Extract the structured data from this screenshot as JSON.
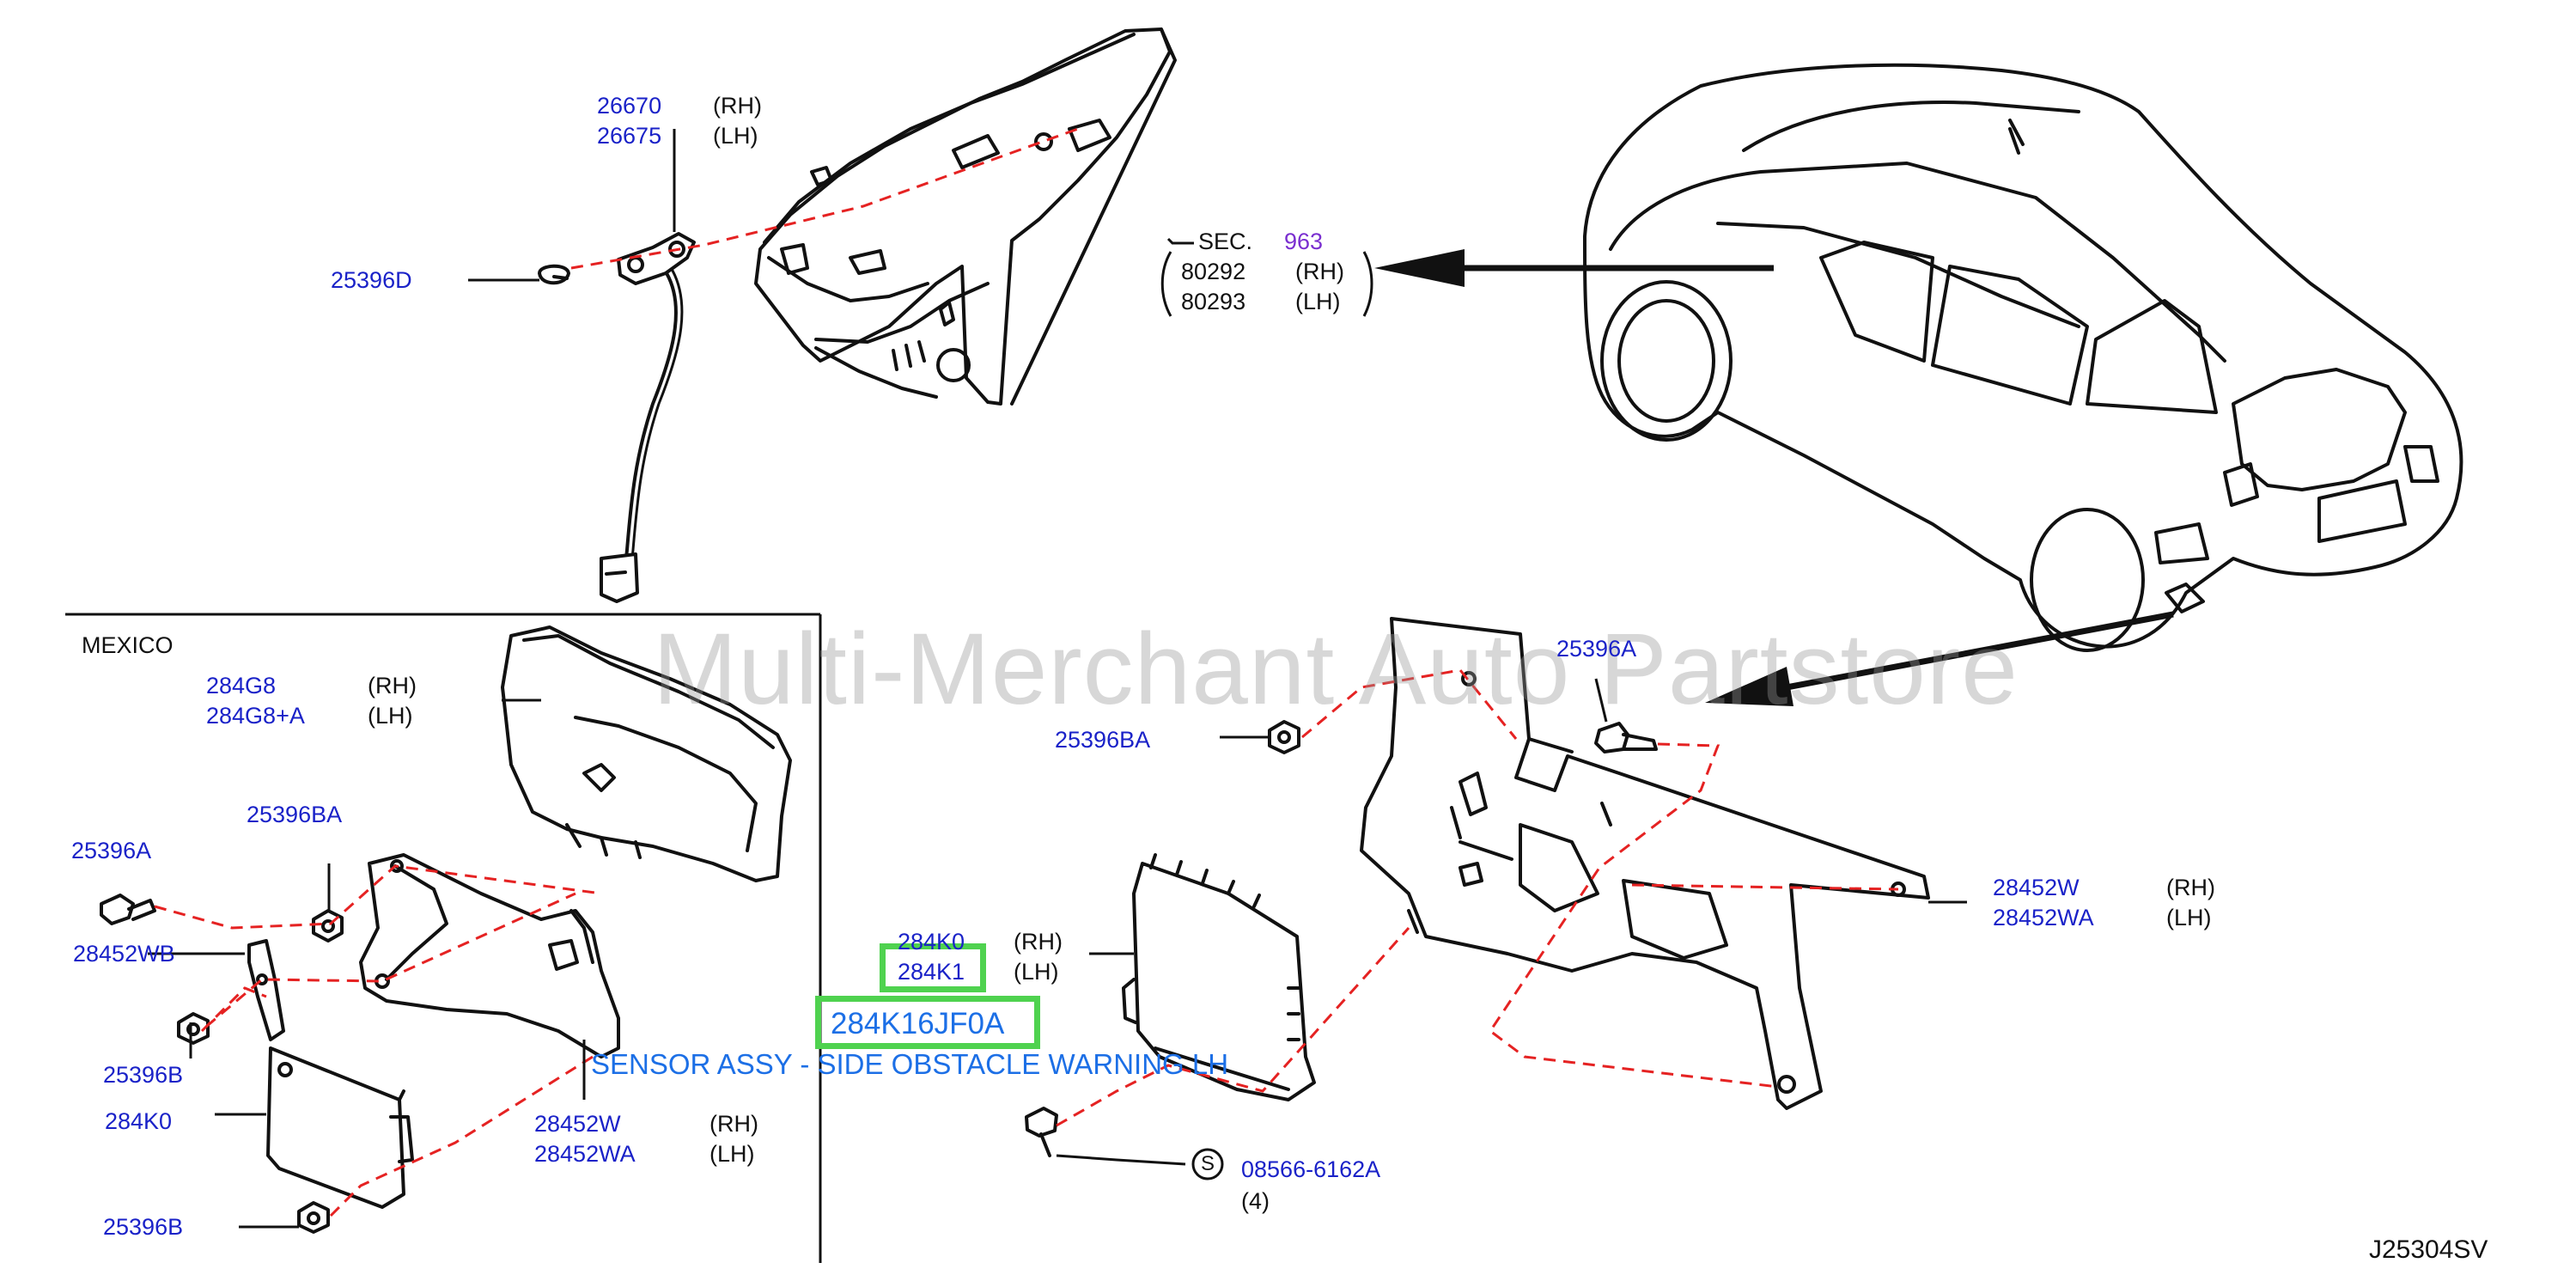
{
  "labels": {
    "p26670": "26670",
    "p26675": "26675",
    "rh_a": "(RH)",
    "lh_a": "(LH)",
    "p25396D": "25396D",
    "sec": "SEC.",
    "sec_num": "963",
    "p80292": "80292",
    "p80293": "80293",
    "rh_b": "(RH)",
    "lh_b": "(LH)",
    "mexico": "MEXICO",
    "p284G8": "284G8",
    "p284G8A": "284G8+A",
    "rh_c": "(RH)",
    "lh_c": "(LH)",
    "p25396A_l": "25396A",
    "p25396BA_l": "25396BA",
    "p28452WB": "28452WB",
    "p25396B_l1": "25396B",
    "p284K0_l": "284K0",
    "p28452W_l": "28452W",
    "p28452WA_l": "28452WA",
    "rh_d": "(RH)",
    "lh_d": "(LH)",
    "p25396B_l2": "25396B",
    "p284K0": "284K0",
    "p284K1": "284K1",
    "rh_e": "(RH)",
    "lh_e": "(LH)",
    "p25396BA_r": "25396BA",
    "p25396A_r": "25396A",
    "p28452W_r": "28452W",
    "p28452WA_r": "28452WA",
    "rh_f": "(RH)",
    "lh_f": "(LH)",
    "s_mark": "S",
    "p08566": "08566-6162A",
    "qty": "(4)",
    "diagram_code": "J25304SV"
  },
  "highlight": {
    "part_number": "284K16JF0A",
    "description": "SENSOR ASSY - SIDE OBSTACLE WARNING LH"
  },
  "watermark": "Multi-Merchant Auto Partstore",
  "colors": {
    "label": "#1a22c8",
    "highlight_box": "#4fd24f",
    "dash": "#e52222",
    "description": "#1c6fe6",
    "section_num": "#7a2fd0"
  }
}
